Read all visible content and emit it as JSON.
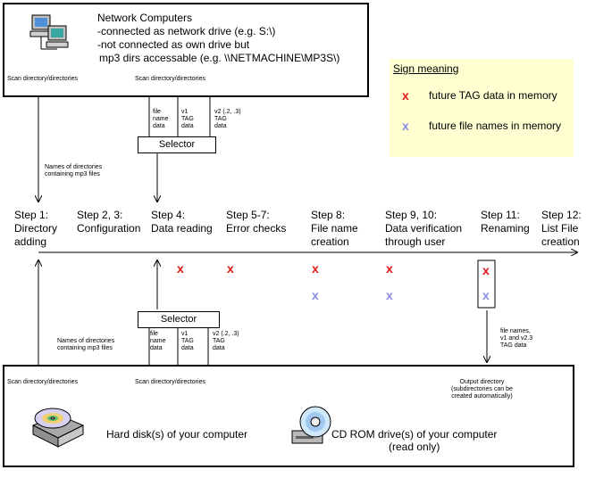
{
  "network_box": {
    "title": "Network Computers",
    "line1": "-connected as network drive (e.g. S:\\)",
    "line2": "-not connected as own drive but",
    "line3": "mp3 dirs accessable (e.g. \\\\NETMACHINE\\MP3S\\)",
    "scan_left": "Scan directory/directories",
    "scan_mid": "Scan directory/directories",
    "icon": "network-computers-icon"
  },
  "legend": {
    "title": "Sign meaning",
    "red_label": "future TAG data in memory",
    "blue_label": "future file names in memory",
    "red_color": "#e01818",
    "blue_color": "#8a8ae8",
    "background": "#ffffd2"
  },
  "top_selector": {
    "label": "Selector",
    "col1": "file\nname\ndata",
    "col2": "v1\nTAG\ndata",
    "col3": "v2 (.2, .3)\nTAG\ndata"
  },
  "bottom_selector": {
    "label": "Selector",
    "col1": "file\nname\ndata",
    "col2": "v1\nTAG\ndata",
    "col3": "v2 (.2, .3)\nTAG\ndata"
  },
  "top_names_note": "Names of directories\ncontaining mp3 files",
  "bottom_names_note": "Names of directories\ncontaining mp3 files",
  "rename_note": "file names,\nv1 and v2.3\nTAG data",
  "steps": [
    {
      "label": "Step 1:\nDirectory\nadding"
    },
    {
      "label": "Step 2, 3:\nConfiguration"
    },
    {
      "label": "Step 4:\nData reading"
    },
    {
      "label": "Step 5-7:\nError checks"
    },
    {
      "label": "Step 8:\nFile name\ncreation"
    },
    {
      "label": "Step 9, 10:\nData verification\nthrough user"
    },
    {
      "label": "Step 11:\nRenaming"
    },
    {
      "label": "Step 12:\nList File\ncreation"
    }
  ],
  "mark_symbol": "x",
  "bottom_box": {
    "scan_left": "Scan directory/directories",
    "scan_mid": "Scan directory/directories",
    "output_note": "Output directory\n(subdirectories can be\ncreated automatically)",
    "hdd_label": "Hard disk(s) of your computer",
    "cd_label": "CD ROM drive(s) of your computer\n(read only)",
    "hdd_icon": "hard-disk-icon",
    "cd_icon": "cd-rom-drive-icon"
  }
}
